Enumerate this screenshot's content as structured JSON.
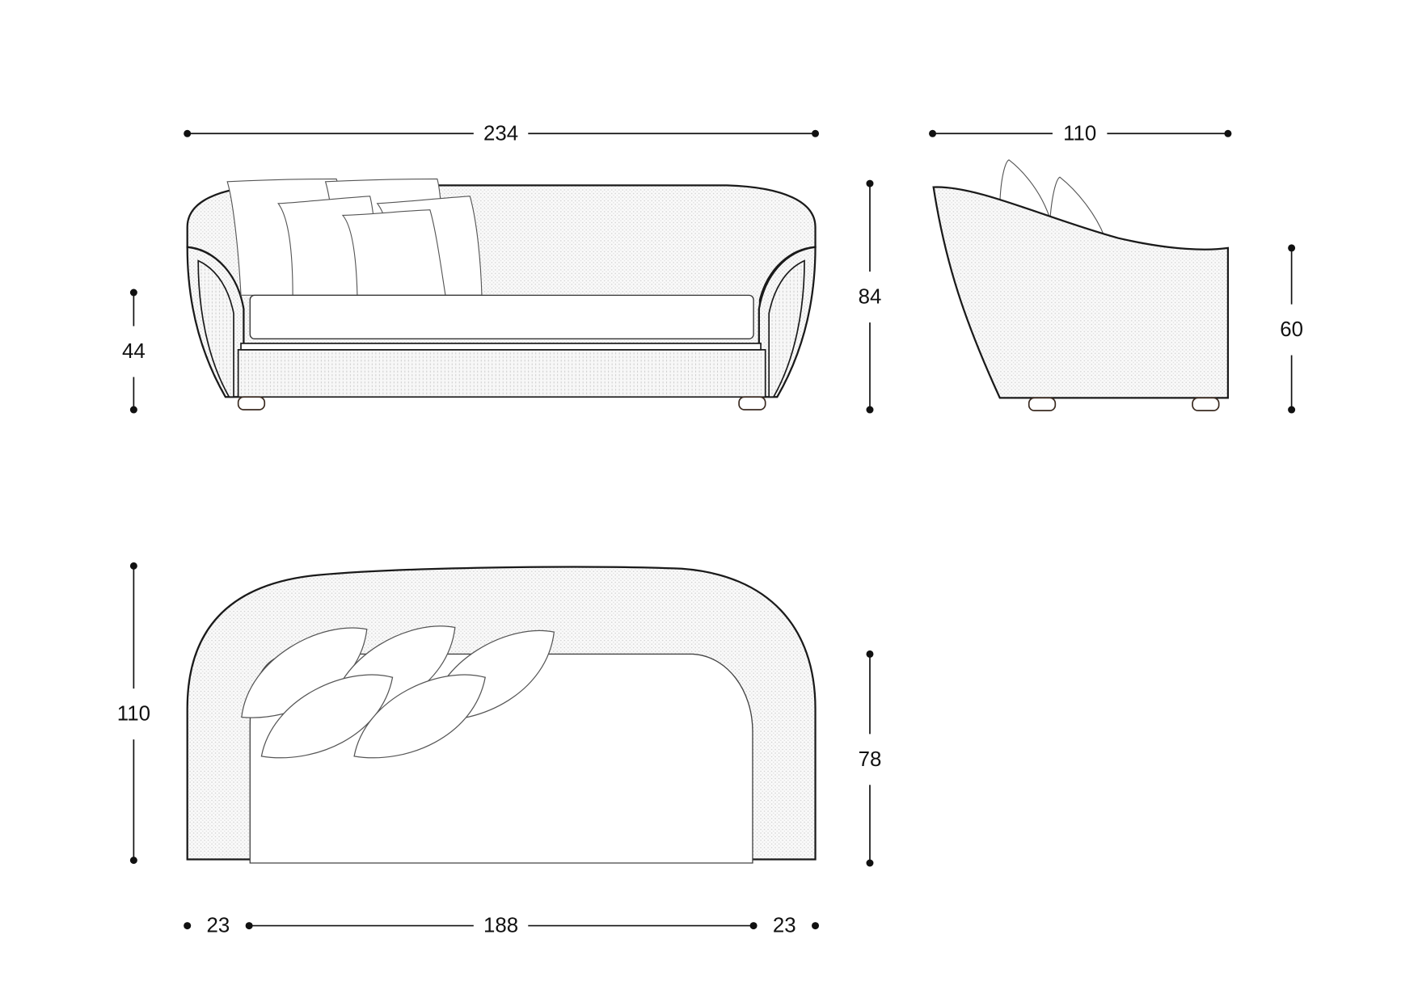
{
  "drawing": {
    "views": [
      "front-view",
      "side-view",
      "top-view"
    ],
    "dimensions": {
      "front_width": "234",
      "front_height": "84",
      "seat_height": "44",
      "side_depth": "110",
      "side_arm_height": "60",
      "top_depth": "110",
      "seat_depth": "78",
      "arm_left": "23",
      "seat_width": "188",
      "arm_right": "23"
    },
    "colors": {
      "line": "#1a1a1a",
      "fill_pattern": "#d9d9d9",
      "background": "#ffffff"
    }
  }
}
